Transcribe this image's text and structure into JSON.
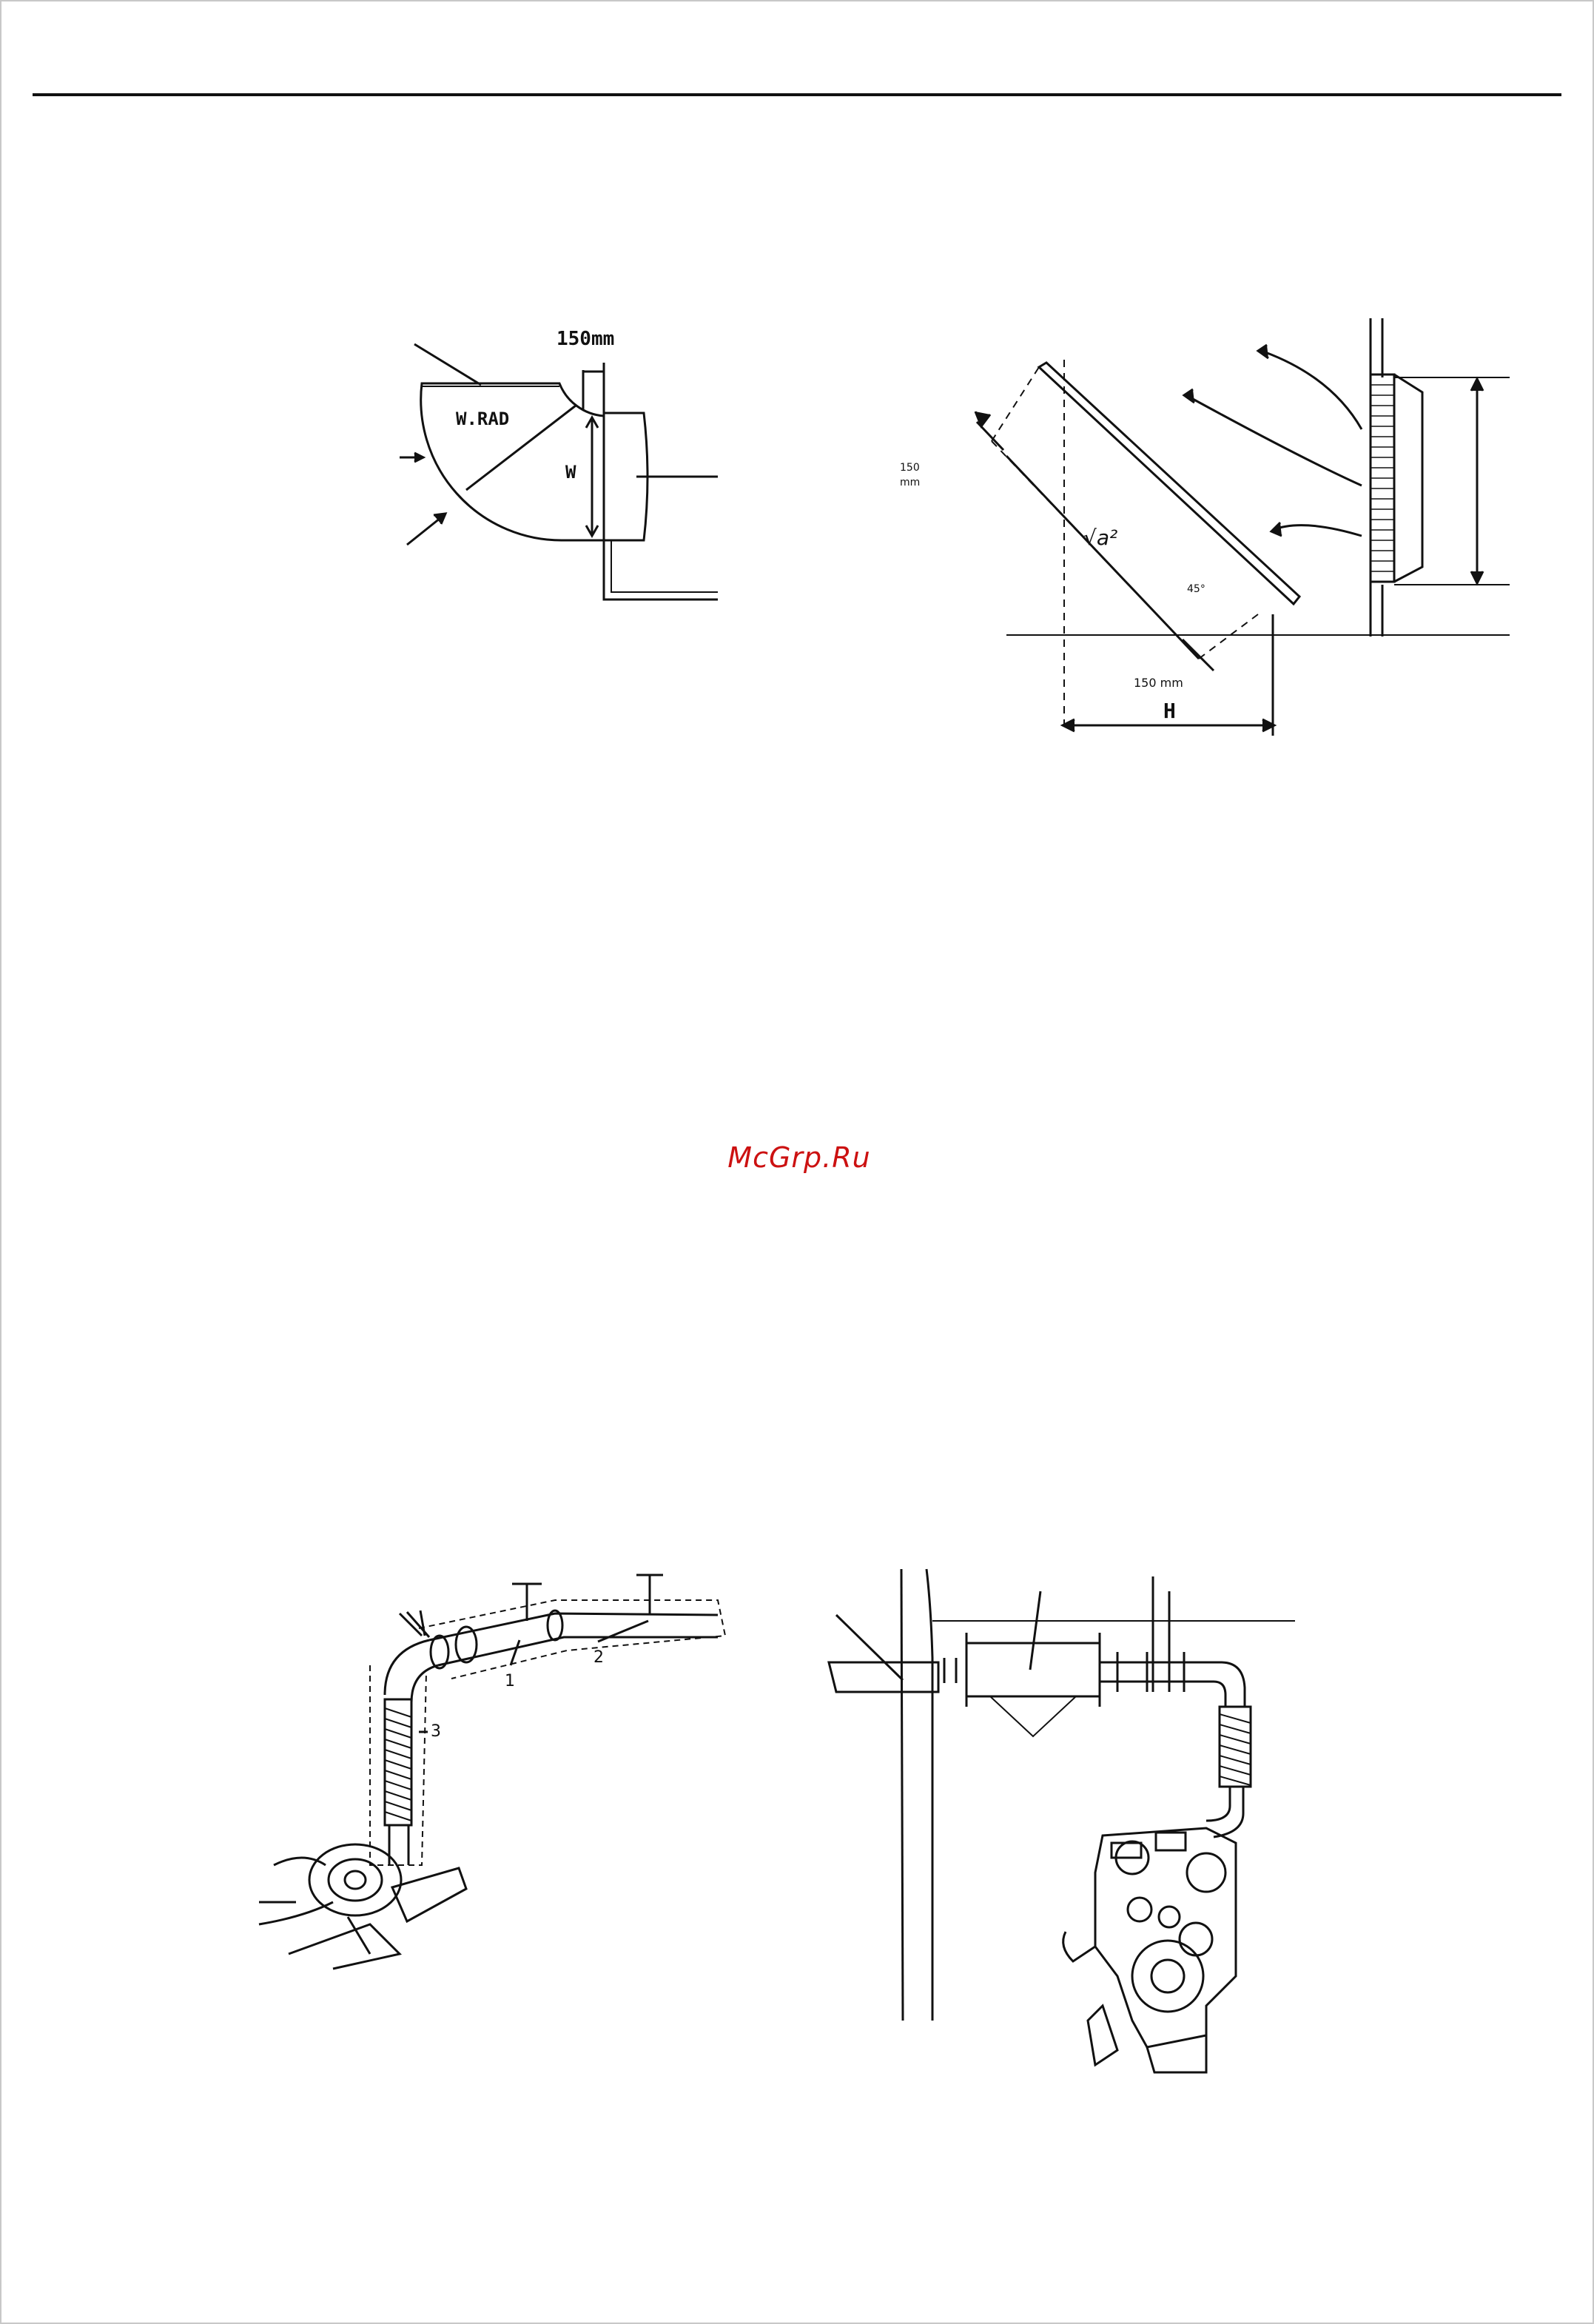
{
  "watermark": {
    "text": "McGrp.Ru",
    "color": "#cc1111"
  },
  "figure_radiator_door": {
    "label_clearance": "150mm",
    "label_swing_radius": "W.RAD",
    "label_width": "W"
  },
  "figure_duct_45": {
    "label_top_offset_value": "150",
    "label_top_offset_unit": "mm",
    "label_formula": "√a²",
    "label_angle": "45°",
    "label_bottom_offset": "150 mm",
    "label_height": "H"
  },
  "figure_exhaust_piping": {
    "callout_1": "1",
    "callout_2": "2",
    "callout_3": "3"
  },
  "figure_exhaust_wall": {}
}
